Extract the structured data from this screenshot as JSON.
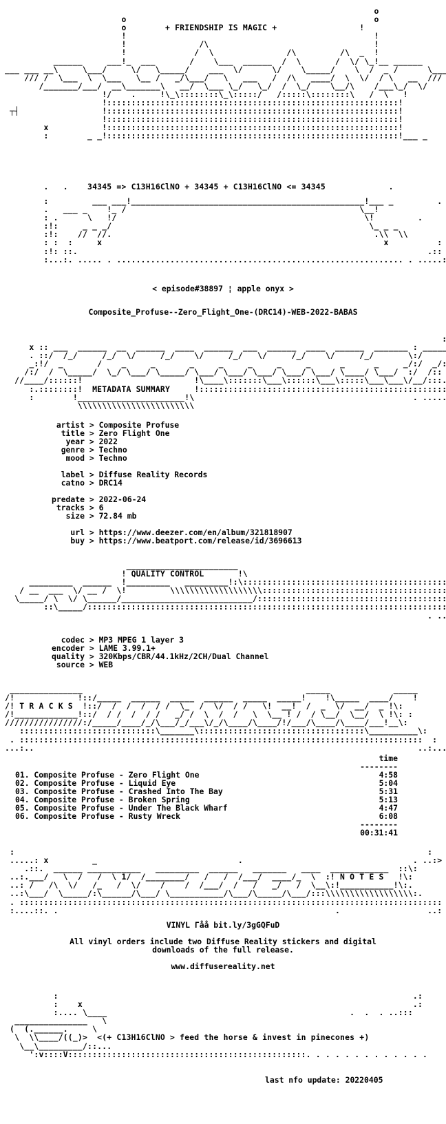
{
  "header": {
    "banner": "+ FRIENDSHIP IS MAGIC +",
    "formula": "34345 => C13H16ClNO + 34345 + C13H16ClNO <= 34345"
  },
  "release": {
    "episode": "< episode#38897 ¦ apple onyx >",
    "dirname": "Composite_Profuse--Zero_Flight_One-(DRC14)-WEB-2022-BABAS"
  },
  "metadata": {
    "section_title": "METADATA SUMMARY",
    "artist_label": "artist",
    "artist": "Composite Profuse",
    "title_label": "title",
    "title": "Zero Flight One",
    "year_label": "year",
    "year": "2022",
    "genre_label": "genre",
    "genre": "Techno",
    "mood_label": "mood",
    "mood": "Techno",
    "label_label": "label",
    "label": "Diffuse Reality Records",
    "catno_label": "catno",
    "catno": "DRC14",
    "predate_label": "predate",
    "predate": "2022-06-24",
    "tracks_label": "tracks",
    "tracks": "6",
    "size_label": "size",
    "size": "72.84 mb",
    "url_label": "url",
    "url": "https://www.deezer.com/en/album/321818907",
    "buy_label": "buy",
    "buy": "https://www.beatport.com/release/id/3696613"
  },
  "quality": {
    "section_title": "QUALITY CONTROL",
    "codec_label": "codec",
    "codec": "MP3 MPEG 1 layer 3",
    "encoder_label": "encoder",
    "encoder": "LAME 3.99.1+",
    "quality_label": "quality",
    "quality": "320Kbps/CBR/44.1kHz/2CH/Dual Channel",
    "source_label": "source",
    "source": "WEB"
  },
  "tracks": {
    "section_title": "T R A C K S",
    "time_header": "time",
    "rule": "--------",
    "items": [
      {
        "title": "01. Composite Profuse - Zero Flight One",
        "time": "4:58"
      },
      {
        "title": "02. Composite Profuse - Liquid Eye",
        "time": "5:04"
      },
      {
        "title": "03. Composite Profuse - Crashed Into The Bay",
        "time": "5:31"
      },
      {
        "title": "04. Composite Profuse - Broken Spring",
        "time": "5:13"
      },
      {
        "title": "05. Composite Profuse - Under The Black Wharf",
        "time": "4:47"
      },
      {
        "title": "06. Composite Profuse - Rusty Wreck",
        "time": "6:08"
      }
    ],
    "total": "00:31:41"
  },
  "notes": {
    "section_title": "N O T E S",
    "vinyl": "VINYL Γåå bit.ly/3gGQFuD",
    "line1": "All vinyl orders include two Diffuse Reality stickers and digital",
    "line2": "downloads of the full release.",
    "website": "www.diffusereality.net"
  },
  "footer": {
    "slogan": "<(+ C13H16ClNO > feed the horse & invest in pinecones +)",
    "last_update": "last nfo update: 20220405"
  }
}
